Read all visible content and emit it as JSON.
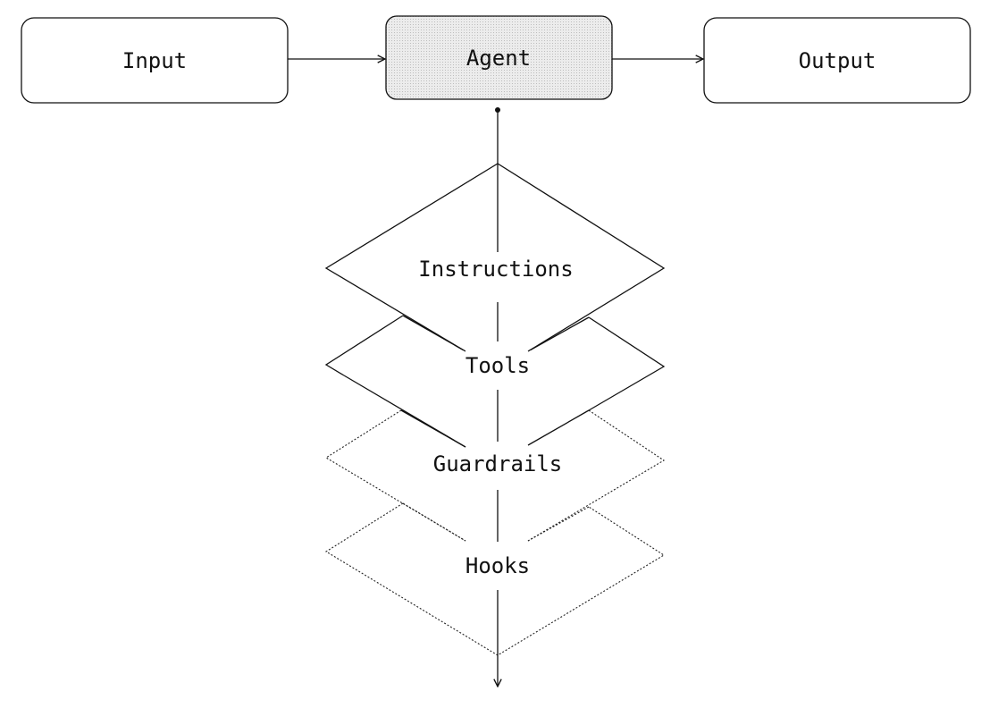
{
  "nodes": {
    "input": {
      "label": "Input"
    },
    "agent": {
      "label": "Agent"
    },
    "output": {
      "label": "Output"
    }
  },
  "layers": [
    {
      "label": "Instructions",
      "style": "solid"
    },
    {
      "label": "Tools",
      "style": "solid"
    },
    {
      "label": "Guardrails",
      "style": "dotted"
    },
    {
      "label": "Hooks",
      "style": "dotted"
    }
  ],
  "colors": {
    "stroke": "#111111",
    "agent_fill": "#e6e6e6",
    "background": "#ffffff"
  }
}
